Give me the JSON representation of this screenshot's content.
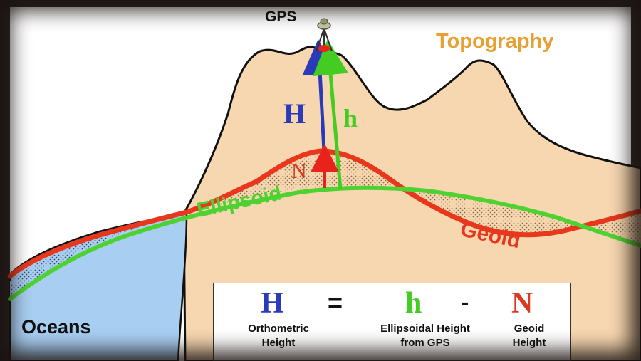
{
  "labels": {
    "gps": "GPS",
    "topography": "Topography",
    "oceans": "Oceans",
    "H": "H",
    "h": "h",
    "N": "N",
    "ellipsoid": "Ellipsoid",
    "geoid": "Geoid"
  },
  "formula": {
    "H": "H",
    "equals": "=",
    "h": "h",
    "minus": "-",
    "N": "N",
    "H_caption": "Orthometric\nHeight",
    "h_caption": "Ellipsoidal Height\nfrom GPS",
    "N_caption": "Geoid\nHeight"
  },
  "colors": {
    "topography_fill": "#f7d7b0",
    "ocean_fill": "#a8cff2",
    "ellipsoid_line": "#4ed232",
    "geoid_line": "#e8371c",
    "orthometric_arrow": "#2b3ab8",
    "ellipsoidal_arrow": "#44cc22",
    "geoid_arrow": "#e8231c",
    "topography_label": "#e8a033"
  }
}
